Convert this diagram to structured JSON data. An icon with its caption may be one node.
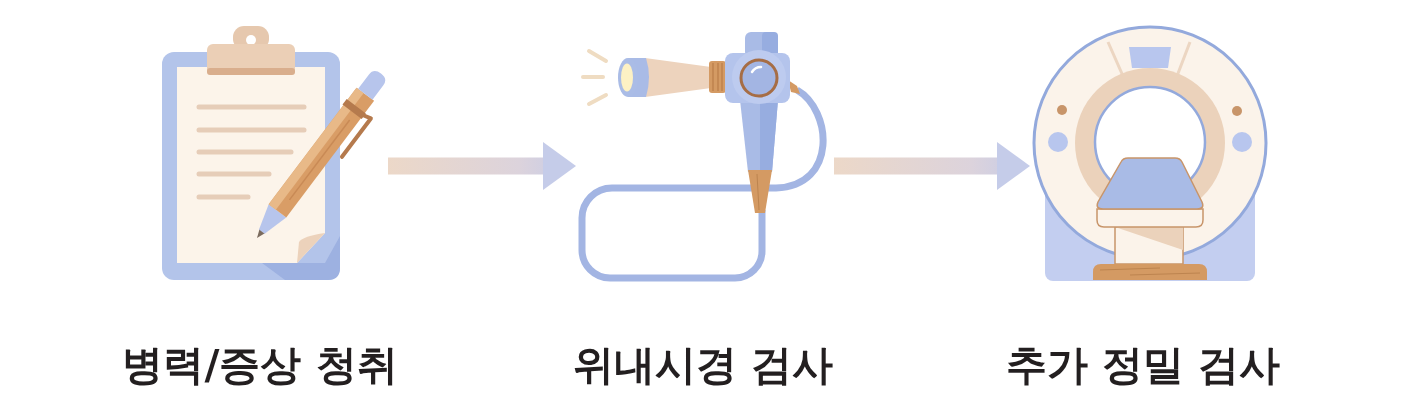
{
  "diagram": {
    "nodes": [
      {
        "text": [],
        "shape": "picture",
        "beside": [
          "병력/증상 청취"
        ]
      },
      {
        "text": [],
        "shape": "picture",
        "beside": [
          "위내시경 검사"
        ]
      },
      {
        "text": [],
        "shape": "picture",
        "beside": [
          "추가 정밀 검사"
        ]
      }
    ],
    "edges": [
      {
        "from": 0,
        "to": 1,
        "arrow": "to",
        "style": "thick"
      },
      {
        "from": 1,
        "to": 2,
        "arrow": "to",
        "style": "thick"
      }
    ]
  }
}
